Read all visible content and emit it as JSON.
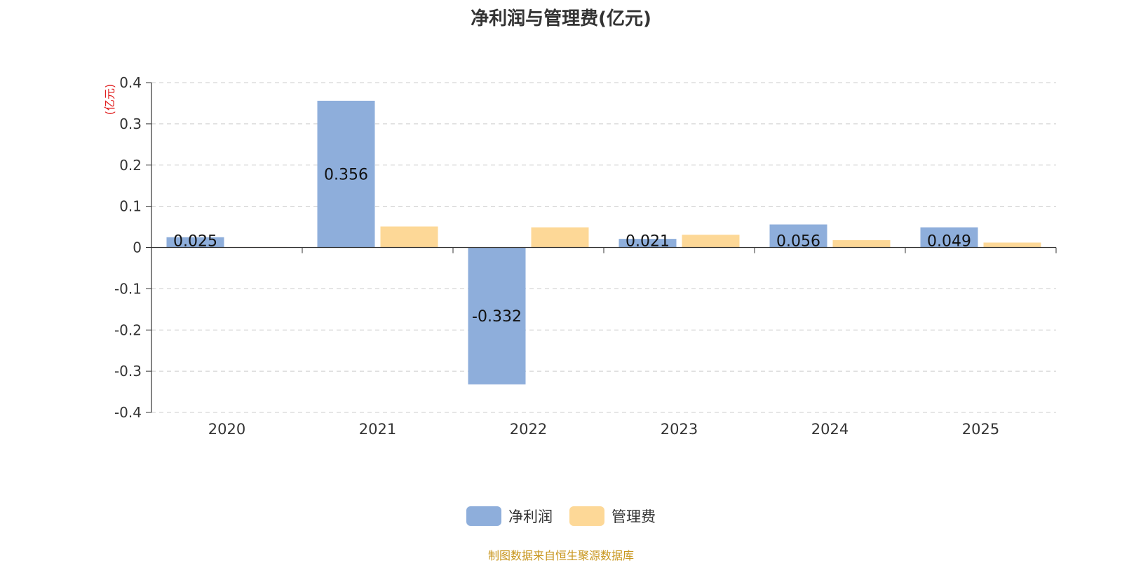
{
  "title": "净利润与管理费(亿元)",
  "source_text": "制图数据来自恒生聚源数据库",
  "colors": {
    "net_profit": "#8eaedb",
    "admin_fee": "#fdd897",
    "axis": "#333333",
    "grid": "#cccccc",
    "unit_label": "#e02020",
    "source": "#c8961e"
  },
  "chart_data": {
    "type": "bar",
    "title": "净利润与管理费(亿元)",
    "ylabel": "(亿元)",
    "xlabel": "",
    "categories": [
      "2020",
      "2021",
      "2022",
      "2023",
      "2024",
      "2025"
    ],
    "ylim": [
      -0.4,
      0.4
    ],
    "yticks": [
      0.4,
      0.3,
      0.2,
      0.1,
      0,
      -0.1,
      -0.2,
      -0.3,
      -0.4
    ],
    "ytick_labels": [
      "0.4",
      "0.3",
      "0.2",
      "0.1",
      "0",
      "-0.1",
      "-0.2",
      "-0.3",
      "-0.4"
    ],
    "grid": true,
    "legend_position": "bottom-center",
    "series": [
      {
        "name": "净利润",
        "values": [
          0.025,
          0.356,
          -0.332,
          0.021,
          0.056,
          0.049
        ],
        "labels": [
          "0.025",
          "0.356",
          "-0.332",
          "0.021",
          "0.056",
          "0.049"
        ]
      },
      {
        "name": "管理费",
        "values": [
          0.001,
          0.051,
          0.049,
          0.031,
          0.018,
          0.012
        ],
        "labels": []
      }
    ]
  }
}
